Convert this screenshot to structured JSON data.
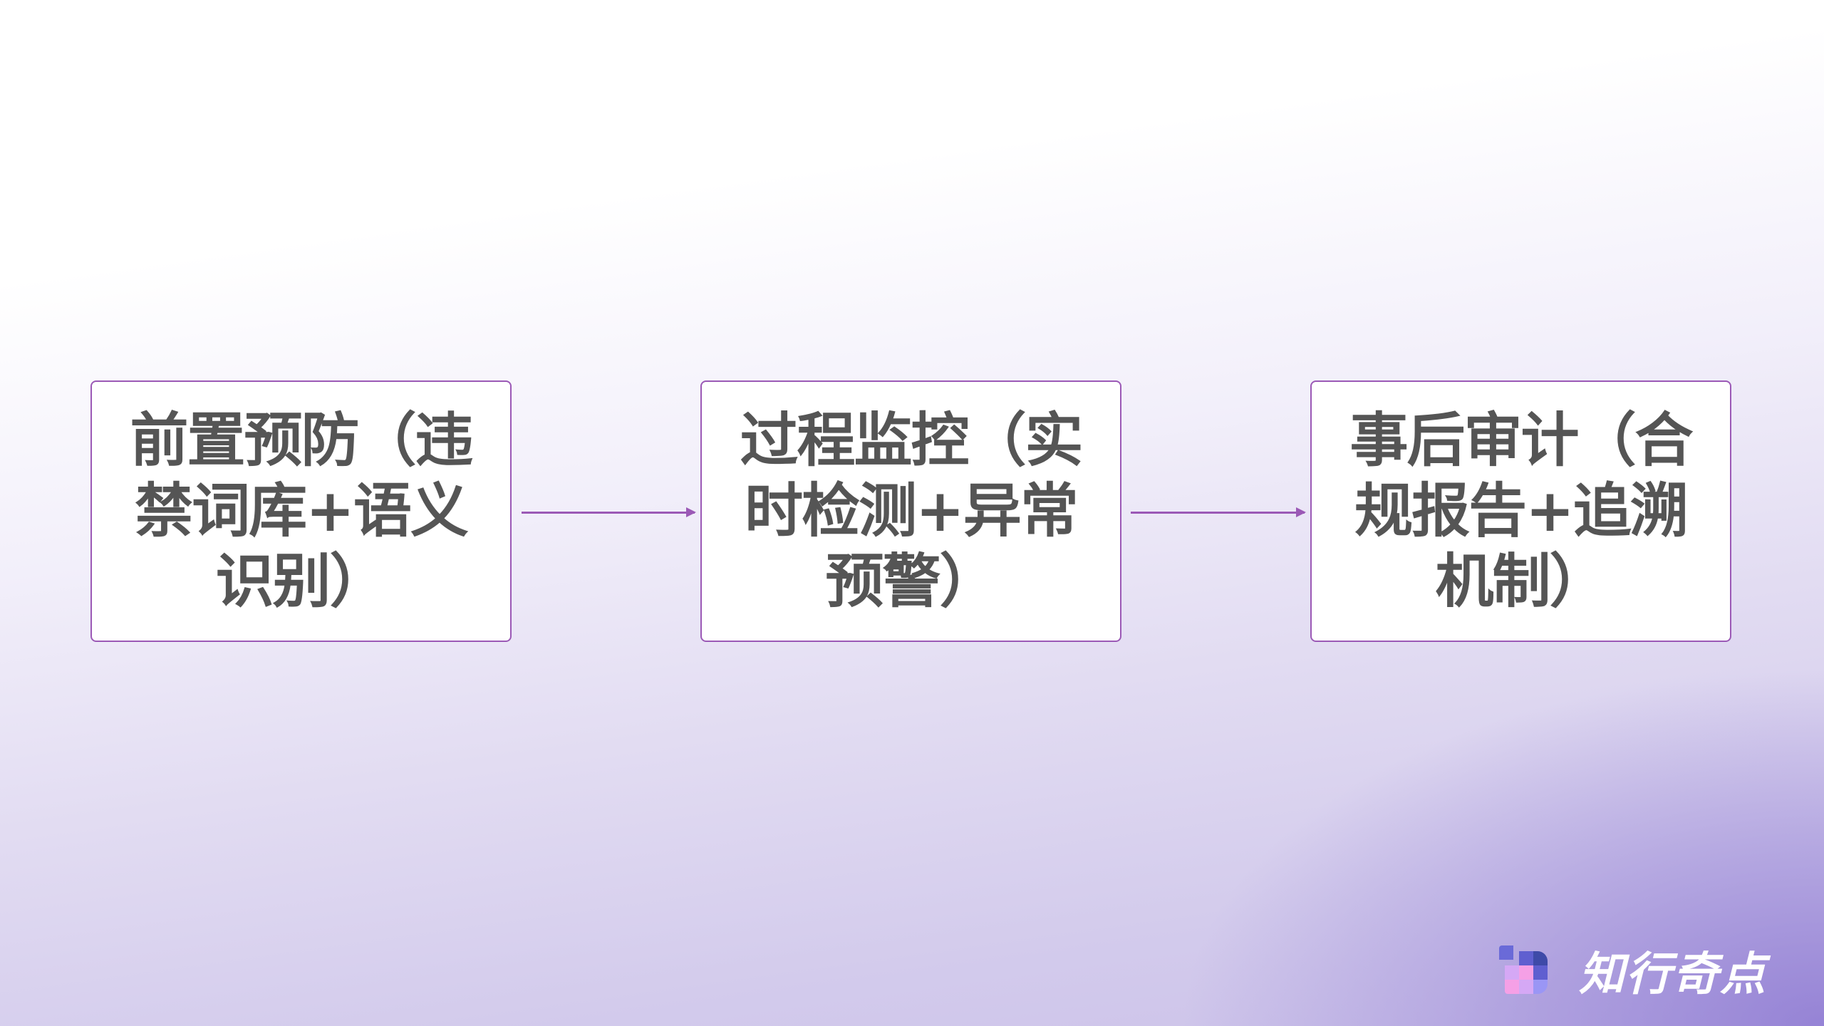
{
  "steps": [
    {
      "label": "前置预防（违禁词库+语义识别）"
    },
    {
      "label": "过程监控（实时检测+异常预警）"
    },
    {
      "label": "事后审计（合规报告+追溯机制）"
    }
  ],
  "brand": {
    "name": "知行奇点"
  },
  "colors": {
    "accent": "#9b59b6",
    "text": "#555555"
  }
}
